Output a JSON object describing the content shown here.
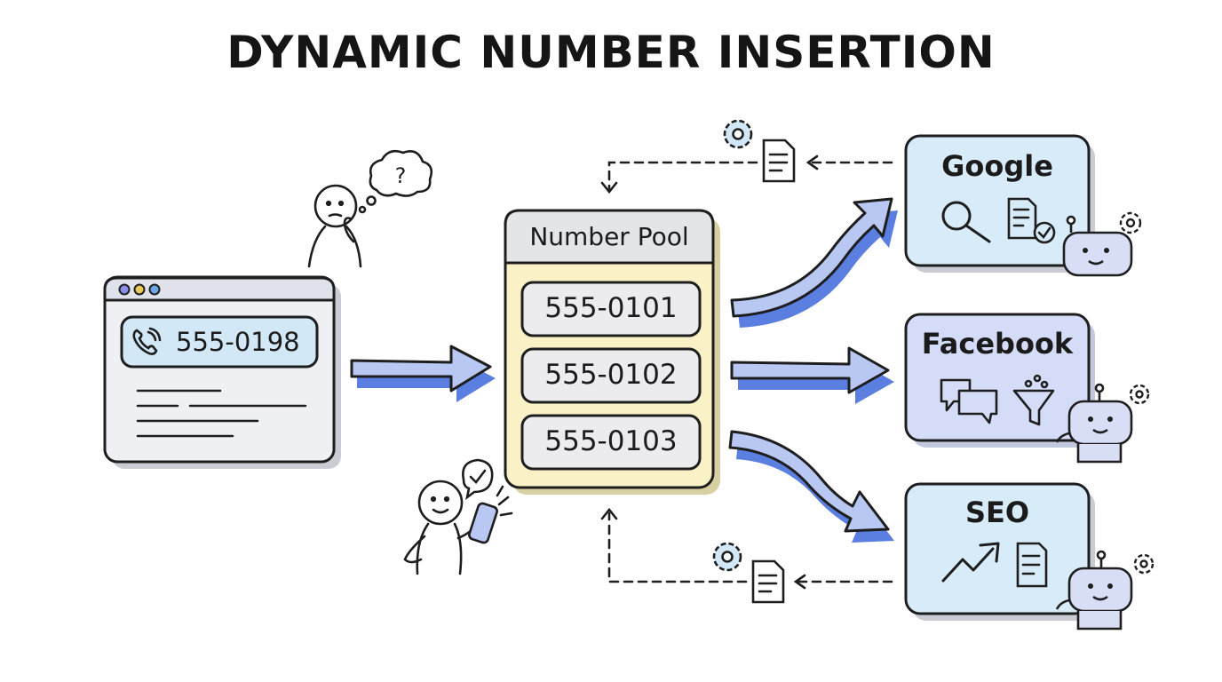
{
  "title": "DYNAMIC NUMBER INSERTION",
  "website": {
    "displayed_number": "555-0198",
    "window_dot_colors": [
      "#8a90ea",
      "#e9c85c",
      "#6aa8e8"
    ],
    "icons": [
      "phone-icon"
    ]
  },
  "visitor": {
    "thought": "?"
  },
  "number_pool": {
    "title": "Number Pool",
    "numbers": [
      "555-0101",
      "555-0102",
      "555-0103"
    ]
  },
  "sources": [
    {
      "label": "Google",
      "icons": [
        "magnifier-icon",
        "document-check-icon",
        "robot-icon",
        "gear-icon"
      ]
    },
    {
      "label": "Facebook",
      "icons": [
        "chat-bubbles-icon",
        "funnel-icon",
        "robot-icon",
        "gear-icon"
      ]
    },
    {
      "label": "SEO",
      "icons": [
        "trend-up-icon",
        "document-icon",
        "robot-icon",
        "gear-icon"
      ]
    }
  ],
  "colors": {
    "arrow_blue": "#5b7fe0",
    "arrow_fill": "#b8c8f3",
    "google_box": "#d8ebf8",
    "facebook_box": "#d4dcf7",
    "seo_box": "#d8ebf8",
    "pool_body": "#fbf1c6",
    "outline": "#1e1e1e"
  }
}
